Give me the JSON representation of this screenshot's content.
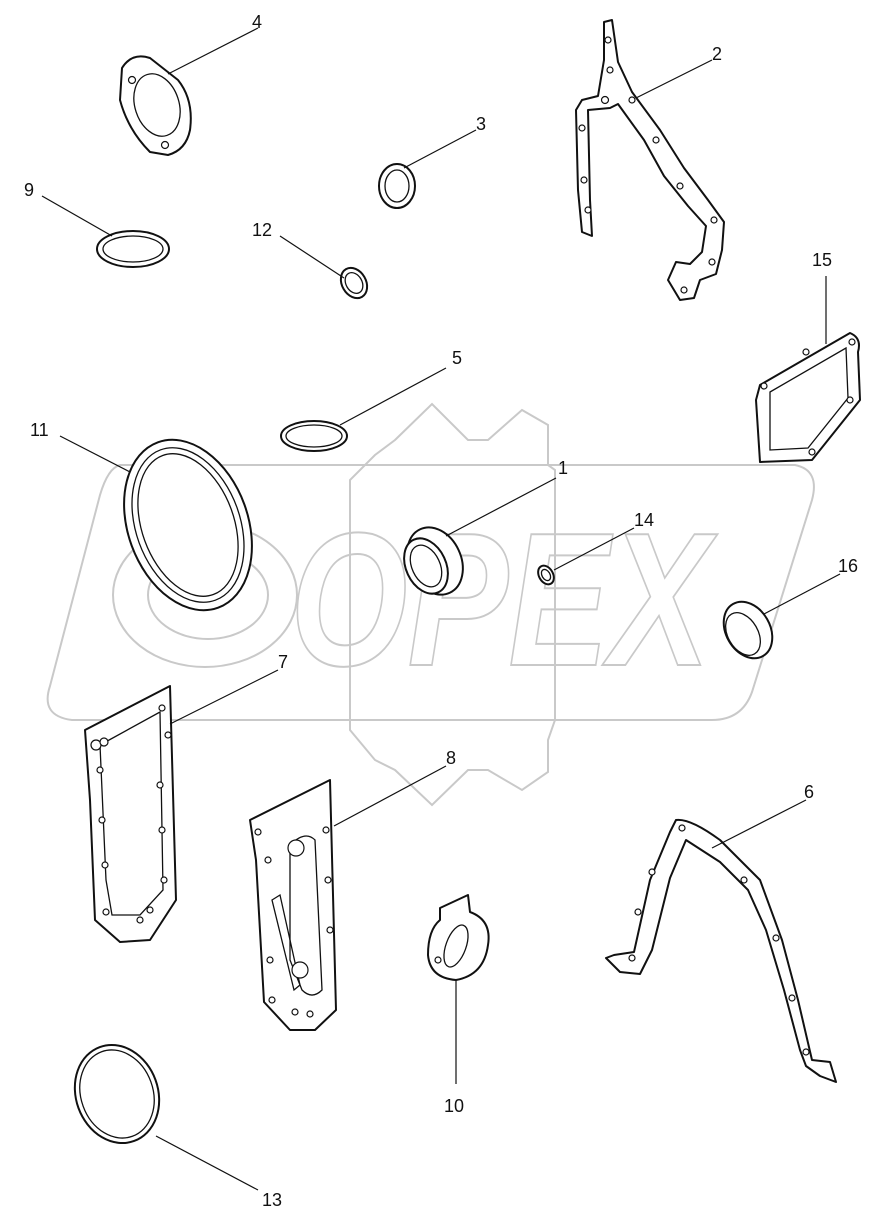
{
  "watermark": {
    "text": "OPEX"
  },
  "callouts": [
    {
      "id": "p1",
      "label": "1"
    },
    {
      "id": "p2",
      "label": "2"
    },
    {
      "id": "p3",
      "label": "3"
    },
    {
      "id": "p4",
      "label": "4"
    },
    {
      "id": "p5",
      "label": "5"
    },
    {
      "id": "p6",
      "label": "6"
    },
    {
      "id": "p7",
      "label": "7"
    },
    {
      "id": "p8",
      "label": "8"
    },
    {
      "id": "p9",
      "label": "9"
    },
    {
      "id": "p10",
      "label": "10"
    },
    {
      "id": "p11",
      "label": "11"
    },
    {
      "id": "p12",
      "label": "12"
    },
    {
      "id": "p13",
      "label": "13"
    },
    {
      "id": "p14",
      "label": "14"
    },
    {
      "id": "p15",
      "label": "15"
    },
    {
      "id": "p16",
      "label": "16"
    }
  ]
}
